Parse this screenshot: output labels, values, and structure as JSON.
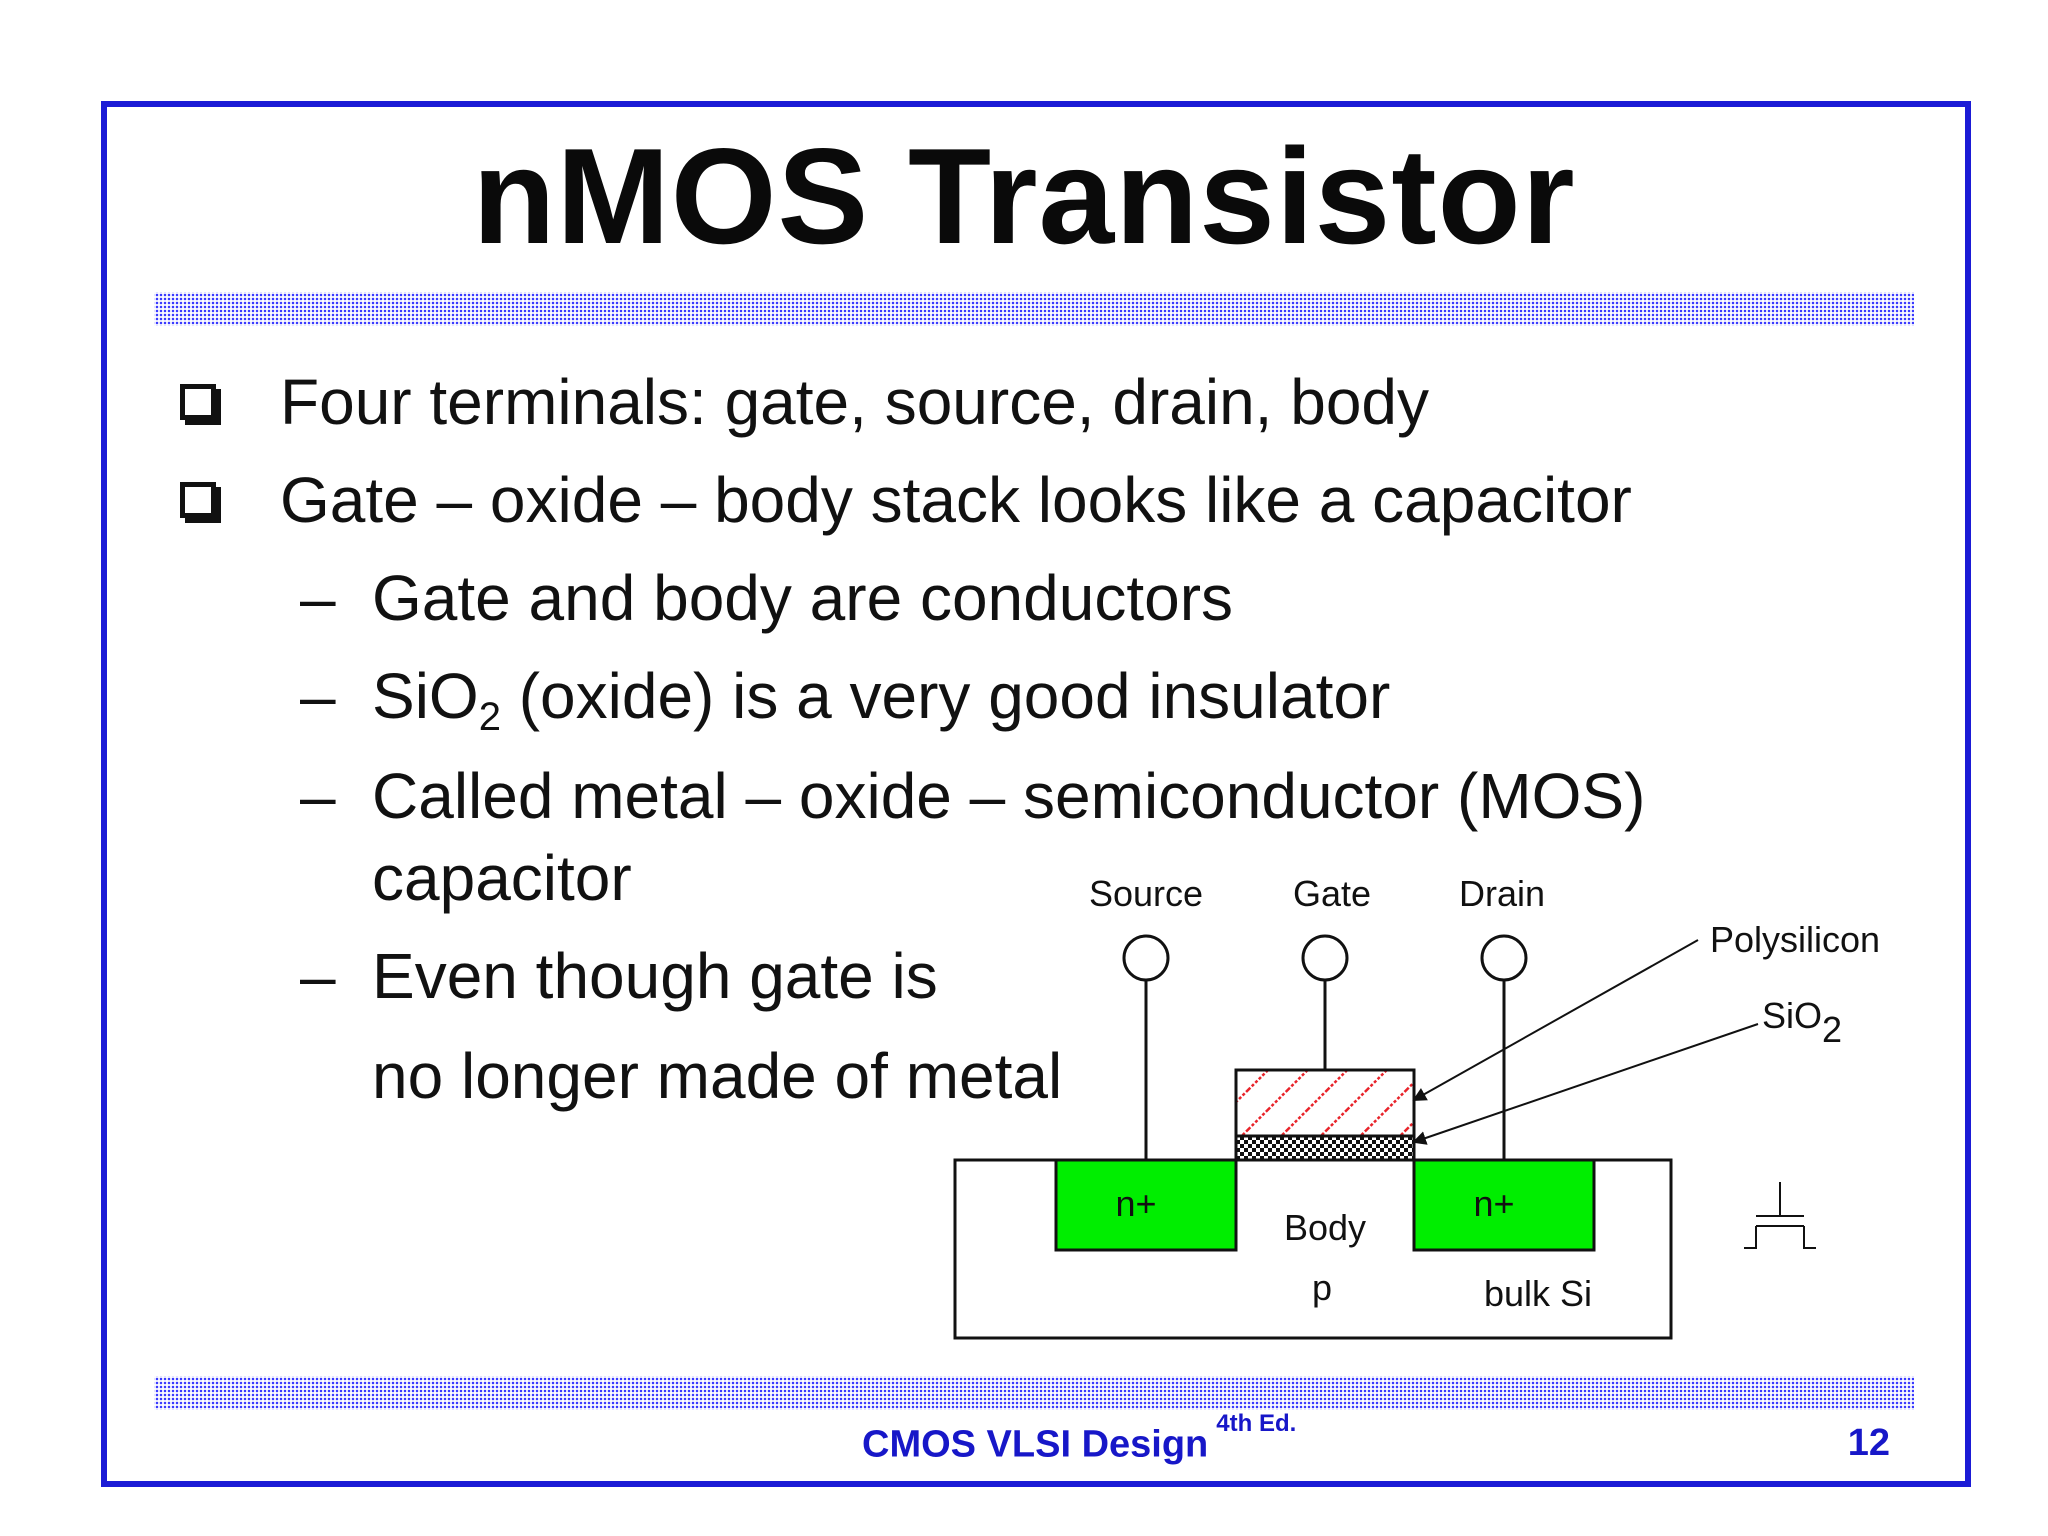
{
  "slide": {
    "title": "nMOS Transistor",
    "bullets": [
      {
        "text": "Four terminals: gate, source, drain, body"
      },
      {
        "text": "Gate – oxide – body stack looks like a capacitor"
      }
    ],
    "sub_bullets": {
      "dash": "–",
      "b1": "Gate and body are conductors",
      "b2_pre": "SiO",
      "b2_sub": "2",
      "b2_post": " (oxide) is a very good insulator",
      "b3_line1": "Called metal – oxide – semiconductor (MOS)",
      "b3_line2": "capacitor",
      "b4_line1": "Even though gate is",
      "b4_line2": "no longer made of metal"
    },
    "diagram": {
      "source_label": "Source",
      "gate_label": "Gate",
      "drain_label": "Drain",
      "polysilicon_label": "Polysilicon",
      "sio2_label": "SiO",
      "sio2_sub": "2",
      "nplus_left": "n+",
      "nplus_right": "n+",
      "body_label": "Body",
      "p_label": "p",
      "bulk_label": "bulk Si",
      "colors": {
        "diffusion": "#00ee00",
        "poly_hatch": "#e8232a",
        "outline": "#111111"
      }
    },
    "footer": {
      "course": "CMOS VLSI Design",
      "edition": "4th Ed.",
      "page": "12"
    },
    "colors": {
      "frame": "#1b1bd6",
      "footer_text": "#1717c8"
    }
  }
}
